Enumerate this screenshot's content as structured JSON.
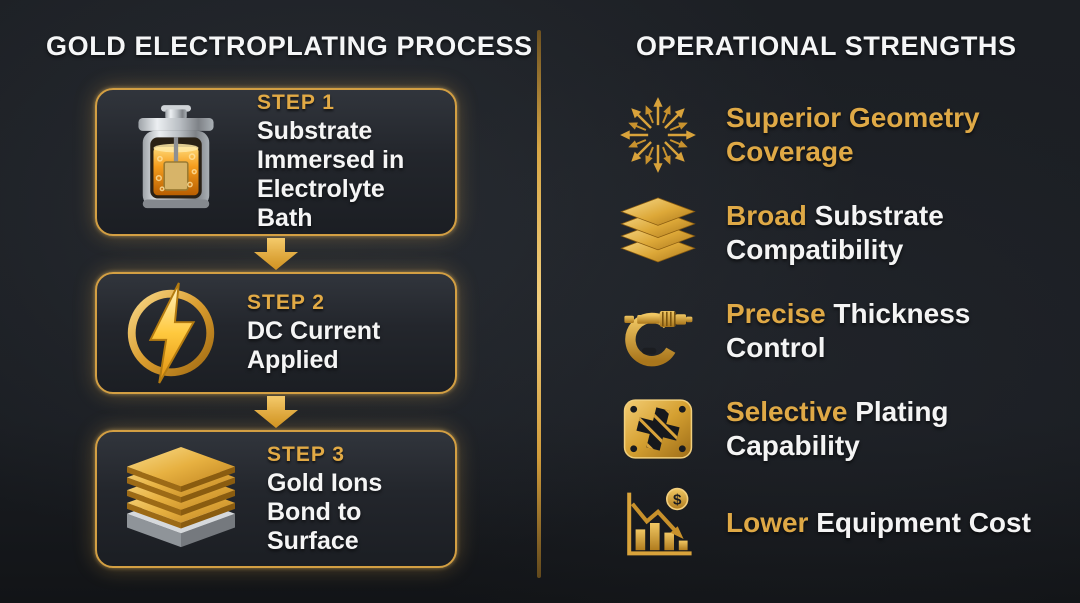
{
  "left_panel": {
    "title": "GOLD ELECTROPLATING PROCESS",
    "steps": [
      {
        "label": "STEP 1",
        "title": "Substrate Immersed in Electrolyte Bath",
        "icon": "electrolyte-tank-icon"
      },
      {
        "label": "STEP 2",
        "title": "DC Current Applied",
        "icon": "lightning-bolt-icon"
      },
      {
        "label": "STEP 3",
        "title": "Gold Ions Bond to Surface",
        "icon": "gold-layers-icon"
      }
    ],
    "connector": "down-arrow"
  },
  "right_panel": {
    "title": "OPERATIONAL STRENGTHS",
    "strengths": [
      {
        "gold_text": "Superior Geometry Coverage",
        "white_text": "",
        "icon": "radiating-arrows-icon"
      },
      {
        "gold_text": "Broad",
        "white_text": " Substrate Compatibility",
        "icon": "substrate-layers-icon"
      },
      {
        "gold_text": "Precise",
        "white_text": " Thickness Control",
        "icon": "micrometer-icon"
      },
      {
        "gold_text": "Selective",
        "white_text": " Plating Capability",
        "icon": "masked-plate-icon"
      },
      {
        "gold_text": "Lower",
        "white_text": " Equipment Cost",
        "icon": "cost-chart-icon"
      }
    ]
  },
  "colors": {
    "background": "#1a1d22",
    "box_background": "#23262c",
    "gold_accent": "#dfa946",
    "gold_bright": "#f3cf7e",
    "box_border": "#d39f43",
    "white_text": "#f4f4f4"
  }
}
